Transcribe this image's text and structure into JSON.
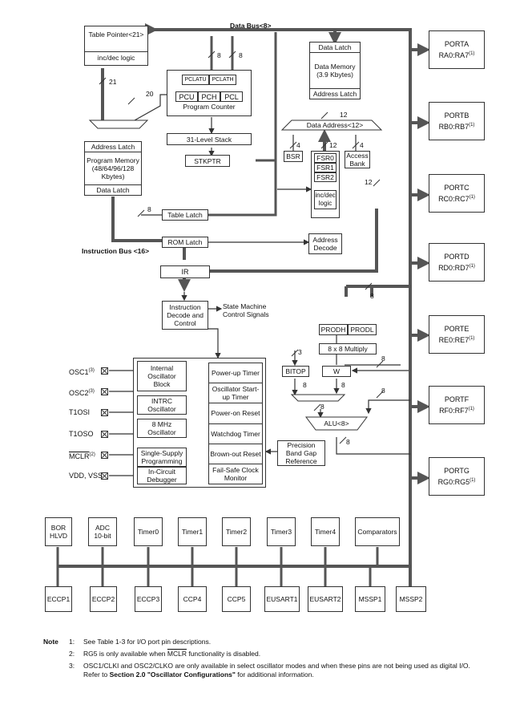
{
  "buses": {
    "data_bus": "Data Bus<8>",
    "instruction_bus": "Instruction Bus <16>",
    "widths": {
      "w21": "21",
      "w20": "20",
      "w8a": "8",
      "w8b": "8",
      "w8c": "8",
      "w12a": "12",
      "w12b": "12",
      "w4a": "4",
      "w4b": "4",
      "w12c": "12",
      "w8d": "8",
      "w3": "3",
      "w8e": "8",
      "w8f": "8",
      "w8g": "8",
      "w8h": "8",
      "w8i": "8",
      "w8j": "8"
    }
  },
  "blocks": {
    "table_pointer": "Table Pointer<21>",
    "inc_dec": "inc/dec logic",
    "pclatu": "PCLATU",
    "pclath": "PCLATH",
    "pcu": "PCU",
    "pch": "PCH",
    "pcl": "PCL",
    "program_counter": "Program Counter",
    "stack": "31-Level Stack",
    "stkptr": "STKPTR",
    "address_latch": "Address Latch",
    "program_memory": "Program Memory (48/64/96/128 Kbytes)",
    "data_latch": "Data Latch",
    "table_latch": "Table Latch",
    "rom_latch": "ROM Latch",
    "ir": "IR",
    "dm_data_latch": "Data Latch",
    "data_memory": "Data Memory (3.9 Kbytes)",
    "dm_address_latch": "Address Latch",
    "data_address": "Data Address<12>",
    "bsr": "BSR",
    "fsr0": "FSR0",
    "fsr1": "FSR1",
    "fsr2": "FSR2",
    "inc_dec_logic": "inc/dec logic",
    "access_bank": "Access Bank",
    "address_decode": "Address Decode",
    "instruction_decode": "Instruction Decode and Control",
    "state_machine": "State Machine Control Signals",
    "prodh": "PRODH",
    "prodl": "PRODL",
    "multiply": "8 x 8 Multiply",
    "bitop": "BITOP",
    "w": "W",
    "alu": "ALU<8>",
    "internal_osc": "Internal Oscillator Block",
    "intrc": "INTRC Oscillator",
    "mhz8": "8 MHz Oscillator",
    "single_supply": "Single-Supply Programming",
    "icd": "In-Circuit Debugger",
    "powerup": "Power-up Timer",
    "osc_startup": "Oscillator Start-up Timer",
    "poweron": "Power-on Reset",
    "watchdog": "Watchdog Timer",
    "brownout": "Brown-out Reset",
    "failsafe": "Fail-Safe Clock Monitor",
    "bandgap": "Precision Band Gap Reference"
  },
  "pins": {
    "osc1": "OSC1",
    "osc1_sup": "(3)",
    "osc2": "OSC2",
    "osc2_sup": "(3)",
    "t1osi": "T1OSI",
    "t1oso": "T1OSO",
    "mclr": "MCLR",
    "mclr_sup": "(2)",
    "vdd_vss": "VDD, VSS"
  },
  "ports": [
    {
      "name": "PORTA",
      "pins": "RA0:RA7",
      "sup": "(1)"
    },
    {
      "name": "PORTB",
      "pins": "RB0:RB7",
      "sup": "(1)"
    },
    {
      "name": "PORTC",
      "pins": "RC0:RC7",
      "sup": "(1)"
    },
    {
      "name": "PORTD",
      "pins": "RD0:RD7",
      "sup": "(1)"
    },
    {
      "name": "PORTE",
      "pins": "RE0:RE7",
      "sup": "(1)"
    },
    {
      "name": "PORTF",
      "pins": "RF0:RF7",
      "sup": "(1)"
    },
    {
      "name": "PORTG",
      "pins": "RG0:RG5",
      "sup": "(1)"
    }
  ],
  "peripherals_top": [
    "BOR HLVD",
    "ADC 10-bit",
    "Timer0",
    "Timer1",
    "Timer2",
    "Timer3",
    "Timer4",
    "Comparators"
  ],
  "peripherals_bottom": [
    "ECCP1",
    "ECCP2",
    "ECCP3",
    "CCP4",
    "CCP5",
    "EUSART1",
    "EUSART2",
    "MSSP1",
    "MSSP2"
  ],
  "notes": {
    "title": "Note",
    "n1_num": "1:",
    "n1": "See Table 1-3 for I/O port pin descriptions.",
    "n2_num": "2:",
    "n2_a": "RG5 is only available when ",
    "n2_mclr": "MCLR",
    "n2_b": " functionality is disabled.",
    "n3_num": "3:",
    "n3_a": "OSC1/CLKI and OSC2/CLKO are only available in select oscillator modes and when these pins are not being used as digital I/O. Refer to ",
    "n3_bold": "Section 2.0 \"Oscillator Configurations\"",
    "n3_b": " for additional information."
  },
  "colors": {
    "bus": "#555555",
    "line": "#333333"
  }
}
